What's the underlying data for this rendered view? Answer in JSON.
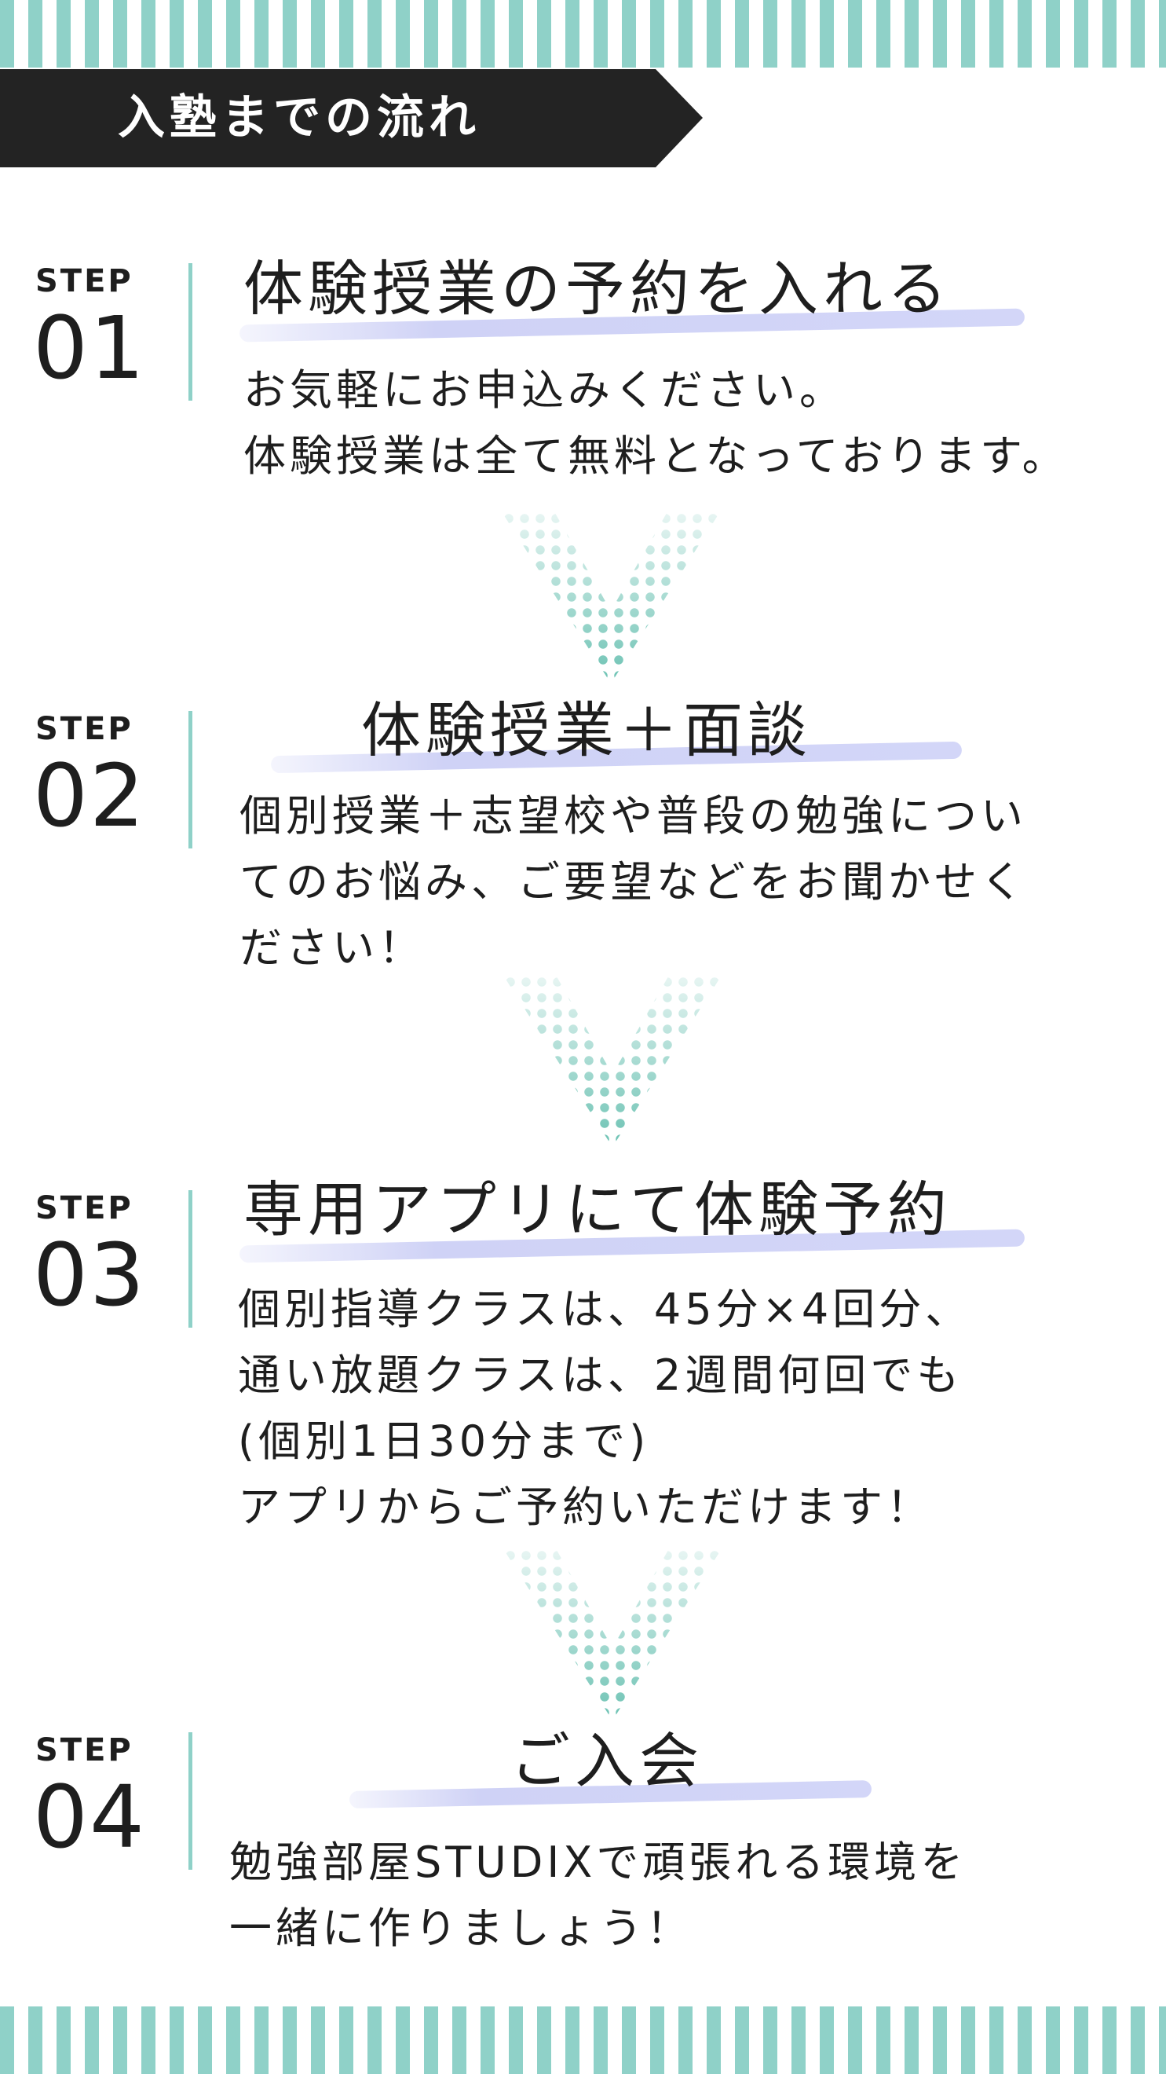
{
  "header": {
    "title": "入塾までの流れ"
  },
  "steps": [
    {
      "label": "STEP",
      "number": "01",
      "heading": "体験授業の予約を入れる",
      "body": [
        "お気軽にお申込みください。",
        "体験授業は全て無料となっております。"
      ]
    },
    {
      "label": "STEP",
      "number": "02",
      "heading": "体験授業＋面談",
      "body": [
        "個別授業＋志望校や普段の勉強につい",
        "てのお悩み、ご要望などをお聞かせく",
        "ださい！"
      ]
    },
    {
      "label": "STEP",
      "number": "03",
      "heading": "専用アプリにて体験予約",
      "body": [
        "個別指導クラスは、45分×4回分、",
        "通い放題クラスは、2週間何回でも",
        "(個別1日30分まで)",
        "アプリからご予約いただけます！"
      ]
    },
    {
      "label": "STEP",
      "number": "04",
      "heading": "ご入会",
      "body": [
        "勉強部屋STUDIXで頑張れる環境を",
        "一緒に作りましょう！"
      ]
    }
  ],
  "colors": {
    "accent_teal": "#8fd1c8",
    "dot_teal": "#6cc2b3",
    "highlight_lavender": "#d3d6f8",
    "banner_dark": "#232323",
    "text": "#1e1e1e"
  },
  "icons": [
    "stripe-border",
    "chevron-down-dotted-icon"
  ]
}
